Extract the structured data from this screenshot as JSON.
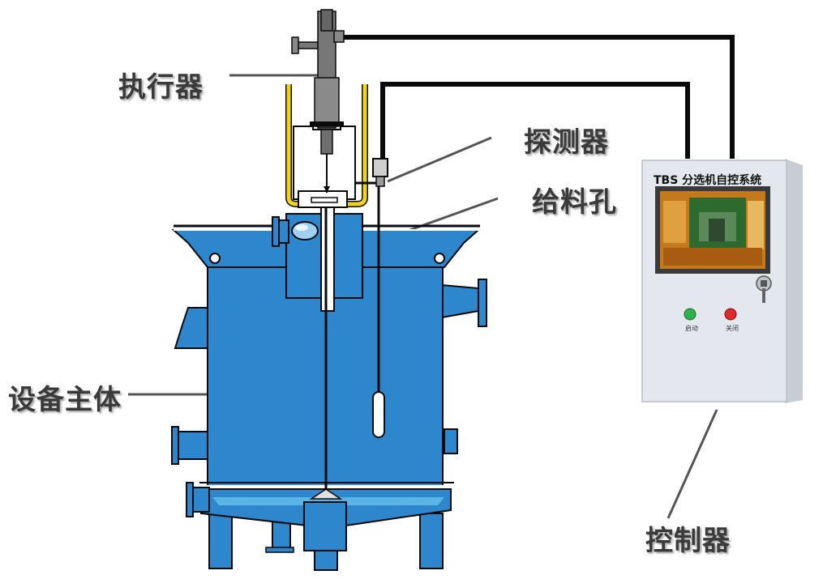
{
  "labels": {
    "actuator": "执行器",
    "detector": "探测器",
    "feed_hole": "给料孔",
    "main_body": "设备主体",
    "controller": "控制器"
  },
  "cabinet": {
    "title": "TBS 分选机自控系统",
    "start_label": "启动",
    "stop_label": "关闭"
  },
  "colors": {
    "vessel_blue": "#2e86cc",
    "rail_yellow": "#f2d31b",
    "cabinet_body": "#e4e8ee",
    "screen_bg": "#c47a1c",
    "button_green": "#2fb14d",
    "button_red": "#e02a2a"
  }
}
